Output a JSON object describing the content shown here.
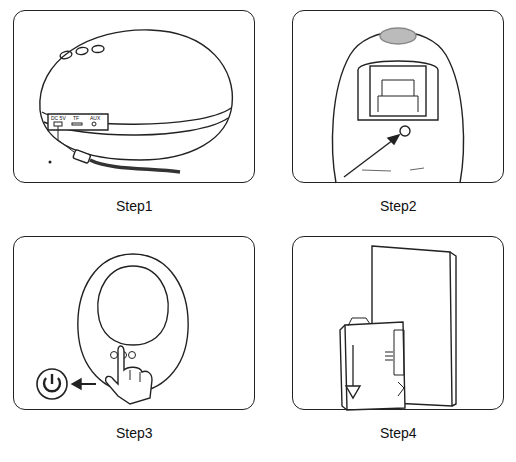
{
  "diagram": {
    "nodes": [
      {
        "text": [
          "Step1"
        ]
      },
      {
        "text": [
          "Step2"
        ]
      },
      {
        "text": [
          "Step3"
        ]
      },
      {
        "text": [
          "Step4"
        ]
      }
    ],
    "labels": [
      "DC 5V",
      "TF",
      "AUX"
    ]
  }
}
